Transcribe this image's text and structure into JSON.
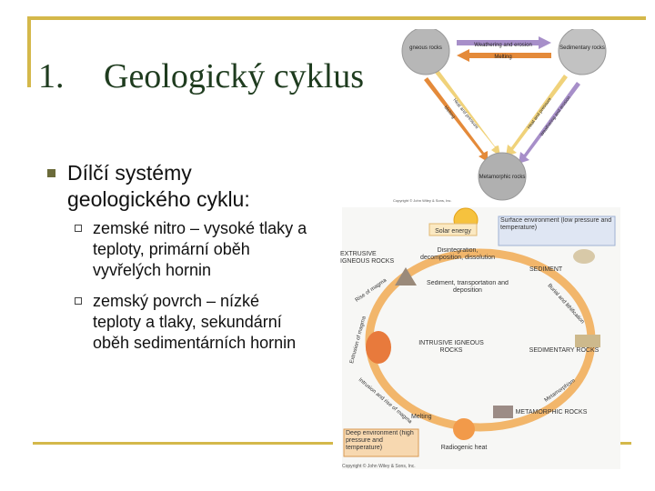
{
  "slide": {
    "title_number": "1.",
    "title_text": "Geologický cyklus",
    "bullet_main": "Dílčí systémy geologického cyklu:",
    "sub_bullets": [
      "zemské nitro – vysoké tlaky a teploty, primární oběh vyvřelých hornin",
      "zemský povrch – nízké teploty a tlaky, sekundární oběh sedimentárních hornin"
    ]
  },
  "rock_cycle_top": {
    "igneous": "gneous rocks",
    "sedimentary": "Sedimentary rocks",
    "metamorphic": "Metamorphic rocks",
    "weathering": "Weathering and erosion",
    "melting_top": "Melting",
    "left_arrow_1": "Heat and pressure",
    "left_arrow_2": "Melting",
    "right_arrow_1": "Heat and pressure",
    "right_arrow_2": "Weathering and erosion",
    "copyright": "Copyright © John Wiley & Sons, Inc."
  },
  "rock_cycle_bottom": {
    "solar": "Solar energy",
    "surface_env": "Surface environment (low pressure and temperature)",
    "extrusive": "EXTRUSIVE IGNEOUS ROCKS",
    "disintegration": "Disintegration, decomposition, dissolution",
    "sediment": "SEDIMENT",
    "rise": "Rise of magma",
    "transport": "Sediment, transportation and deposition",
    "burial": "Burial and lithification",
    "extrusion": "Extrusion of magma",
    "intrusive": "INTRUSIVE IGNEOUS ROCKS",
    "sed_rocks": "SEDIMENTARY ROCKS",
    "intrusion": "Intrusion and rise of magma",
    "metamorphism": "Metamorphism",
    "melting": "Melting",
    "metamorphic_rocks": "METAMORPHIC ROCKS",
    "deep_env": "Deep environment (high pressure and temperature)",
    "radiogenic": "Radiogenic heat",
    "copyright": "Copyright © John Wiley & Sons, Inc."
  },
  "colors": {
    "frame": "#d4b84a",
    "title": "#1f3c1f",
    "arrow_purple": "#a78fc9",
    "arrow_orange": "#e48a3a",
    "arrow_yellow": "#f0d27a",
    "cycle_ring": "#f2b66b"
  }
}
